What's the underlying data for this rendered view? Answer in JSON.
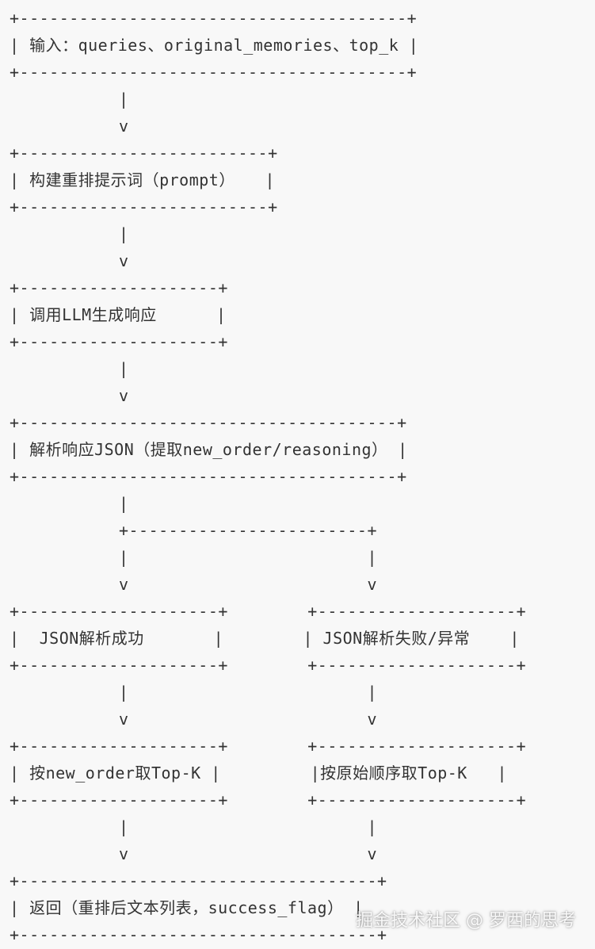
{
  "diagram": {
    "lines": [
      "+---------------------------------------+",
      "| 输入：queries、original_memories、top_k |",
      "+---------------------------------------+",
      "           |",
      "           v",
      "+-------------------------+",
      "| 构建重排提示词（prompt）   |",
      "+-------------------------+",
      "           |",
      "           v",
      "+--------------------+",
      "| 调用LLM生成响应      |",
      "+--------------------+",
      "           |",
      "           v",
      "+--------------------------------------+",
      "| 解析响应JSON（提取new_order/reasoning） |",
      "+--------------------------------------+",
      "           |",
      "           +------------------------+",
      "           |                        |",
      "           v                        v",
      "+--------------------+        +--------------------+",
      "|  JSON解析成功       |        | JSON解析失败/异常    |",
      "+--------------------+        +--------------------+",
      "           |                        |",
      "           v                        v",
      "+--------------------+        +--------------------+",
      "| 按new_order取Top-K |         |按原始顺序取Top-K   |",
      "+--------------------+        +--------------------+",
      "           |                        |",
      "           v                        v",
      "+------------------------------------+",
      "| 返回（重排后文本列表，success_flag） |",
      "+------------------------------------+"
    ]
  },
  "watermark": "掘金技术社区 @ 罗西的思考"
}
